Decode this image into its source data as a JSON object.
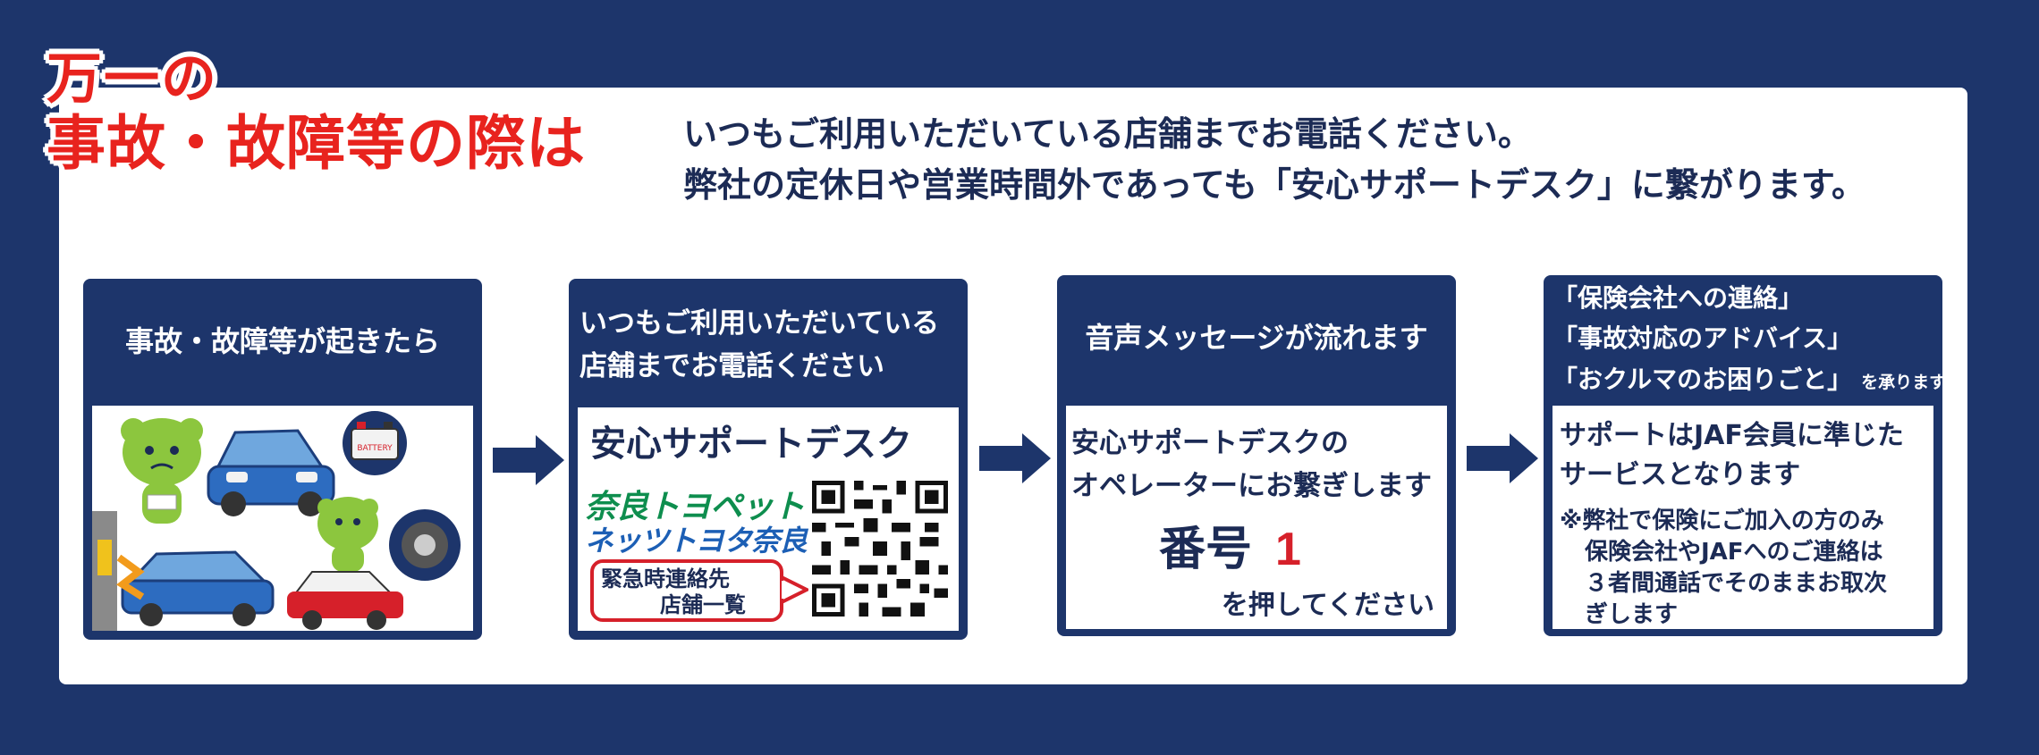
{
  "headline": {
    "line1": "万一の",
    "line2": "事故・故障等の際は"
  },
  "lead": {
    "line1": "いつもご利用いただいている店舗までお電話ください。",
    "line2": "弊社の定休日や営業時間外であっても「安心サポートデスク」に繋がります。"
  },
  "steps": {
    "s1": {
      "title": "事故・故障等が起きたら",
      "battery_label": "BATTERY"
    },
    "s2": {
      "title_l1": "いつもご利用いただいている",
      "title_l2": "店舗までお電話ください",
      "desk": "安心サポートデスク",
      "brand1": "奈良トヨペット",
      "brand2": "ネッツトヨタ奈良",
      "callout_l1": "緊急時連絡先",
      "callout_l2": "店舗一覧"
    },
    "s3": {
      "title": "音声メッセージが流れます",
      "line1": "安心サポートデスクの",
      "line2": "オペレーターにお繋ぎします",
      "number_label": "番号",
      "number": "1",
      "push": "を押してください"
    },
    "s4": {
      "head_l1": "「保険会社への連絡」",
      "head_l2": "「事故対応のアドバイス」",
      "head_l3": "「おクルマのお困りごと」",
      "head_suffix": "を承ります",
      "body_l1": "サポートはJAF会員に準じた",
      "body_l2": "サービスとなります",
      "note_l1": "※弊社で保険にご加入の方のみ",
      "note_l2": "保険会社やJAFへのご連絡は",
      "note_l3": "３者間通話でそのままお取次",
      "note_l4": "ぎします"
    }
  },
  "colors": {
    "navy": "#1d356b",
    "red": "#e8231e",
    "text": "#1c2b55",
    "green": "#0e8e4e",
    "blue": "#1c5fb5"
  },
  "icons": [
    "arrow-right-icon",
    "qr-code-icon",
    "car-icon",
    "battery-icon",
    "tire-icon",
    "mascot-icon"
  ]
}
